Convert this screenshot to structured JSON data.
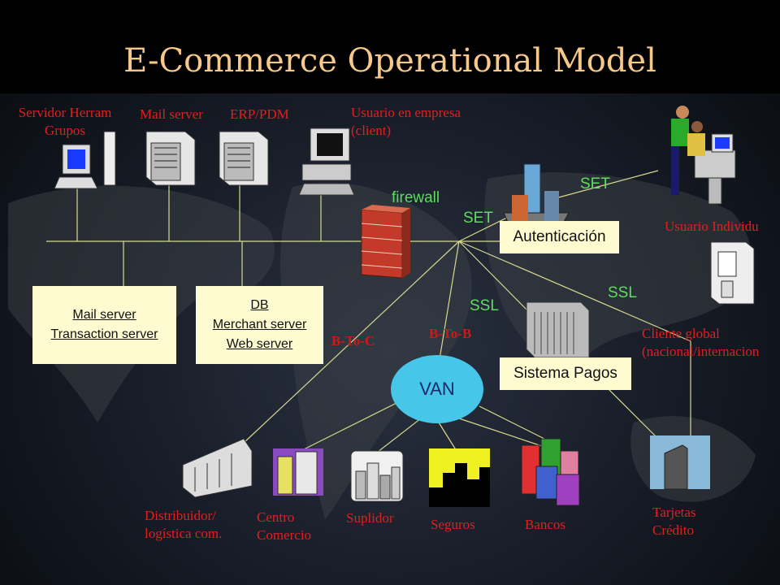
{
  "title": "E-Commerce Operational Model",
  "labels": {
    "servidor_line1": "Servidor Herram",
    "servidor_line2": "Grupos",
    "mail_server_top": "Mail server",
    "erp": "ERP/PDM",
    "usuario_empresa_line1": "Usuario en empresa",
    "usuario_empresa_line2": "(client)",
    "usuario_individual": "Usuario Individu",
    "cliente_line1": "Cliente global",
    "cliente_line2": "(nacional/internacion",
    "distribuidor_line1": "Distribuidor/",
    "distribuidor_line2": "logística com.",
    "centro_line1": "Centro",
    "centro_line2": "Comercio",
    "suplidor": "Suplidor",
    "seguros": "Seguros",
    "bancos": "Bancos",
    "tarjetas_line1": "Tarjetas",
    "tarjetas_line2": "Crédito"
  },
  "protocols": {
    "firewall": "firewall",
    "set_upper": "SET",
    "set_lower": "SET",
    "ssl_left": "SSL",
    "ssl_right": "SSL"
  },
  "links": {
    "b2c": "B-To-C",
    "b2b": "B-To-B"
  },
  "boxes": {
    "autenticacion": "Autenticación",
    "sistema_pagos": "Sistema Pagos",
    "box_left_line1": "Mail server",
    "box_left_line2": "Transaction server",
    "box_mid_line1": "DB",
    "box_mid_line2": "Merchant server",
    "box_mid_line3": "Web server",
    "van": "VAN"
  },
  "colors": {
    "title": "#f6c98a",
    "label_red": "#e02020",
    "protocol_green": "#5fdc5f",
    "box_fill": "#fffbd0",
    "van_fill": "#46c7ea",
    "line": "#d8d890"
  }
}
